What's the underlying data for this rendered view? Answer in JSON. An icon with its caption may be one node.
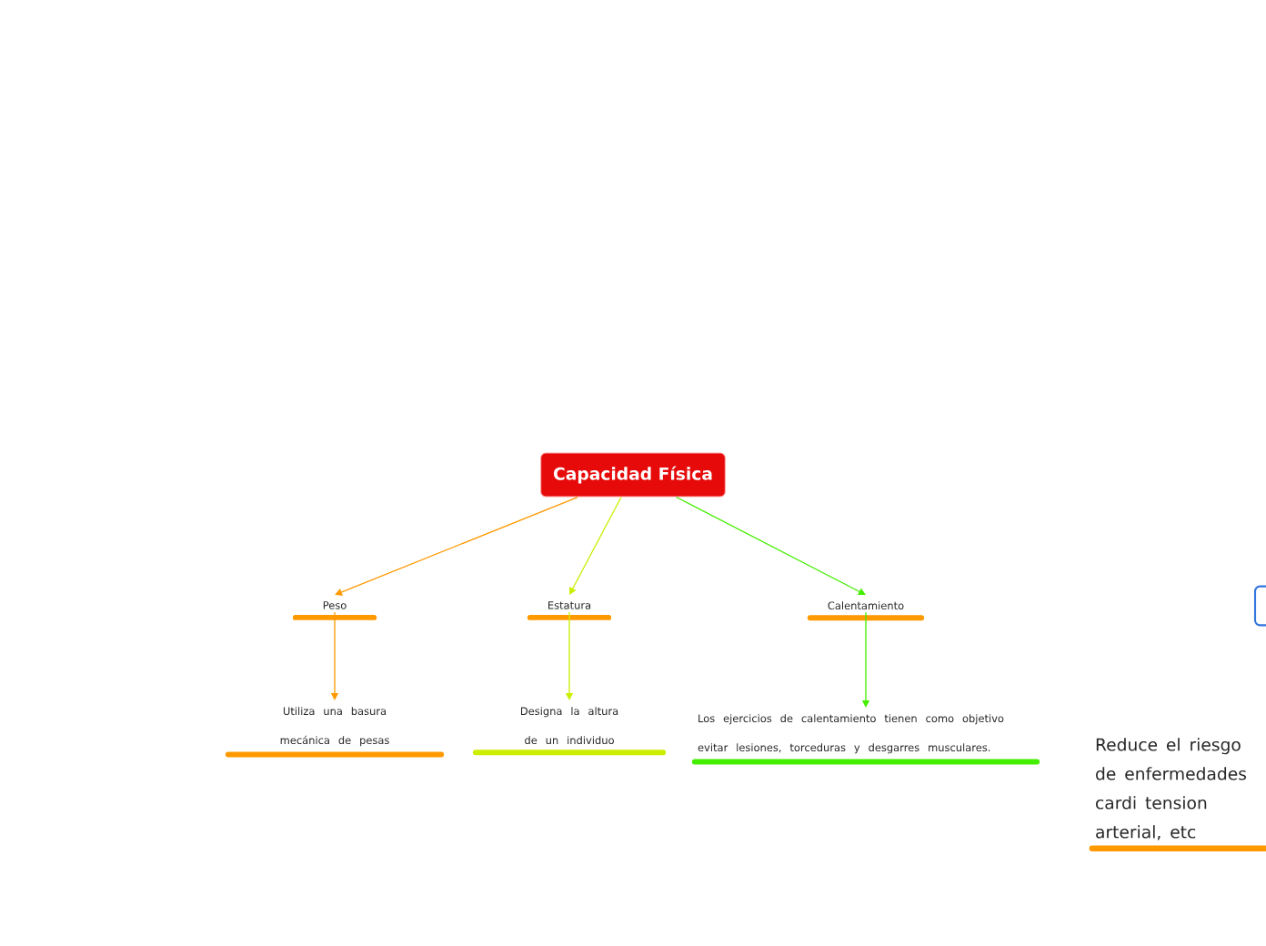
{
  "diagram": {
    "nodes": [
      {
        "text": [
          "Capacidad Física"
        ]
      },
      {
        "text": [
          "Peso"
        ]
      },
      {
        "text": [
          "Estatura"
        ]
      },
      {
        "text": [
          "Calentamiento"
        ]
      },
      {
        "text": [
          "Utiliza una basura mecánica de pesas"
        ]
      },
      {
        "text": [
          "Designa la altura de un individuo"
        ]
      },
      {
        "text": [
          "Los ejercicios de calentamiento tienen como objetivo evitar lesiones, torceduras y desgarres musculares."
        ]
      },
      {
        "text": [
          "Reduce el riesgo de enfermedades cardi tension arterial, etc"
        ]
      },
      {
        "text": [],
        "shape": "box"
      }
    ],
    "edges": [
      {
        "from": 0,
        "to": 1,
        "arrow": "to",
        "color": "#ff9900"
      },
      {
        "from": 0,
        "to": 2,
        "arrow": "to",
        "color": "#ccee00"
      },
      {
        "from": 0,
        "to": 3,
        "arrow": "to",
        "color": "#44ee00"
      },
      {
        "from": 1,
        "to": 4,
        "arrow": "to",
        "color": "#ff9900"
      },
      {
        "from": 2,
        "to": 5,
        "arrow": "to",
        "color": "#ccee00"
      },
      {
        "from": 3,
        "to": 6,
        "arrow": "to",
        "color": "#44ee00"
      }
    ]
  }
}
